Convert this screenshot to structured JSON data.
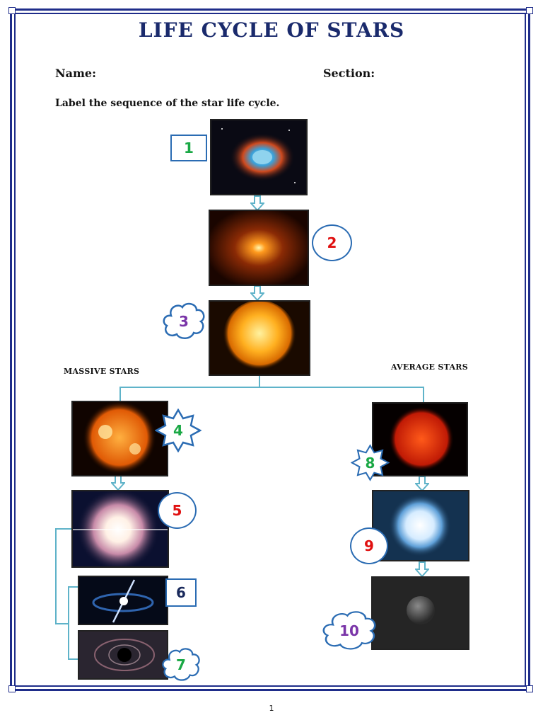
{
  "title": "LIFE CYCLE OF STARS",
  "name_label": "Name:",
  "section_label": "Section:",
  "instruction": "Label the sequence of the star life cycle.",
  "branches": {
    "massive": "MASSIVE STARS",
    "average": "AVERAGE STARS"
  },
  "labels": [
    "1",
    "2",
    "3",
    "4",
    "5",
    "6",
    "7",
    "8",
    "9",
    "10"
  ],
  "colors": {
    "border": "#1f2d8a",
    "title": "#1a2a6c",
    "connector": "#5fb3c9",
    "label_outline": "#2b6cb3",
    "green": "#1aa845",
    "red": "#e01010",
    "purple": "#7a35a8",
    "navy": "#1a2a5c"
  },
  "page_number": "1"
}
